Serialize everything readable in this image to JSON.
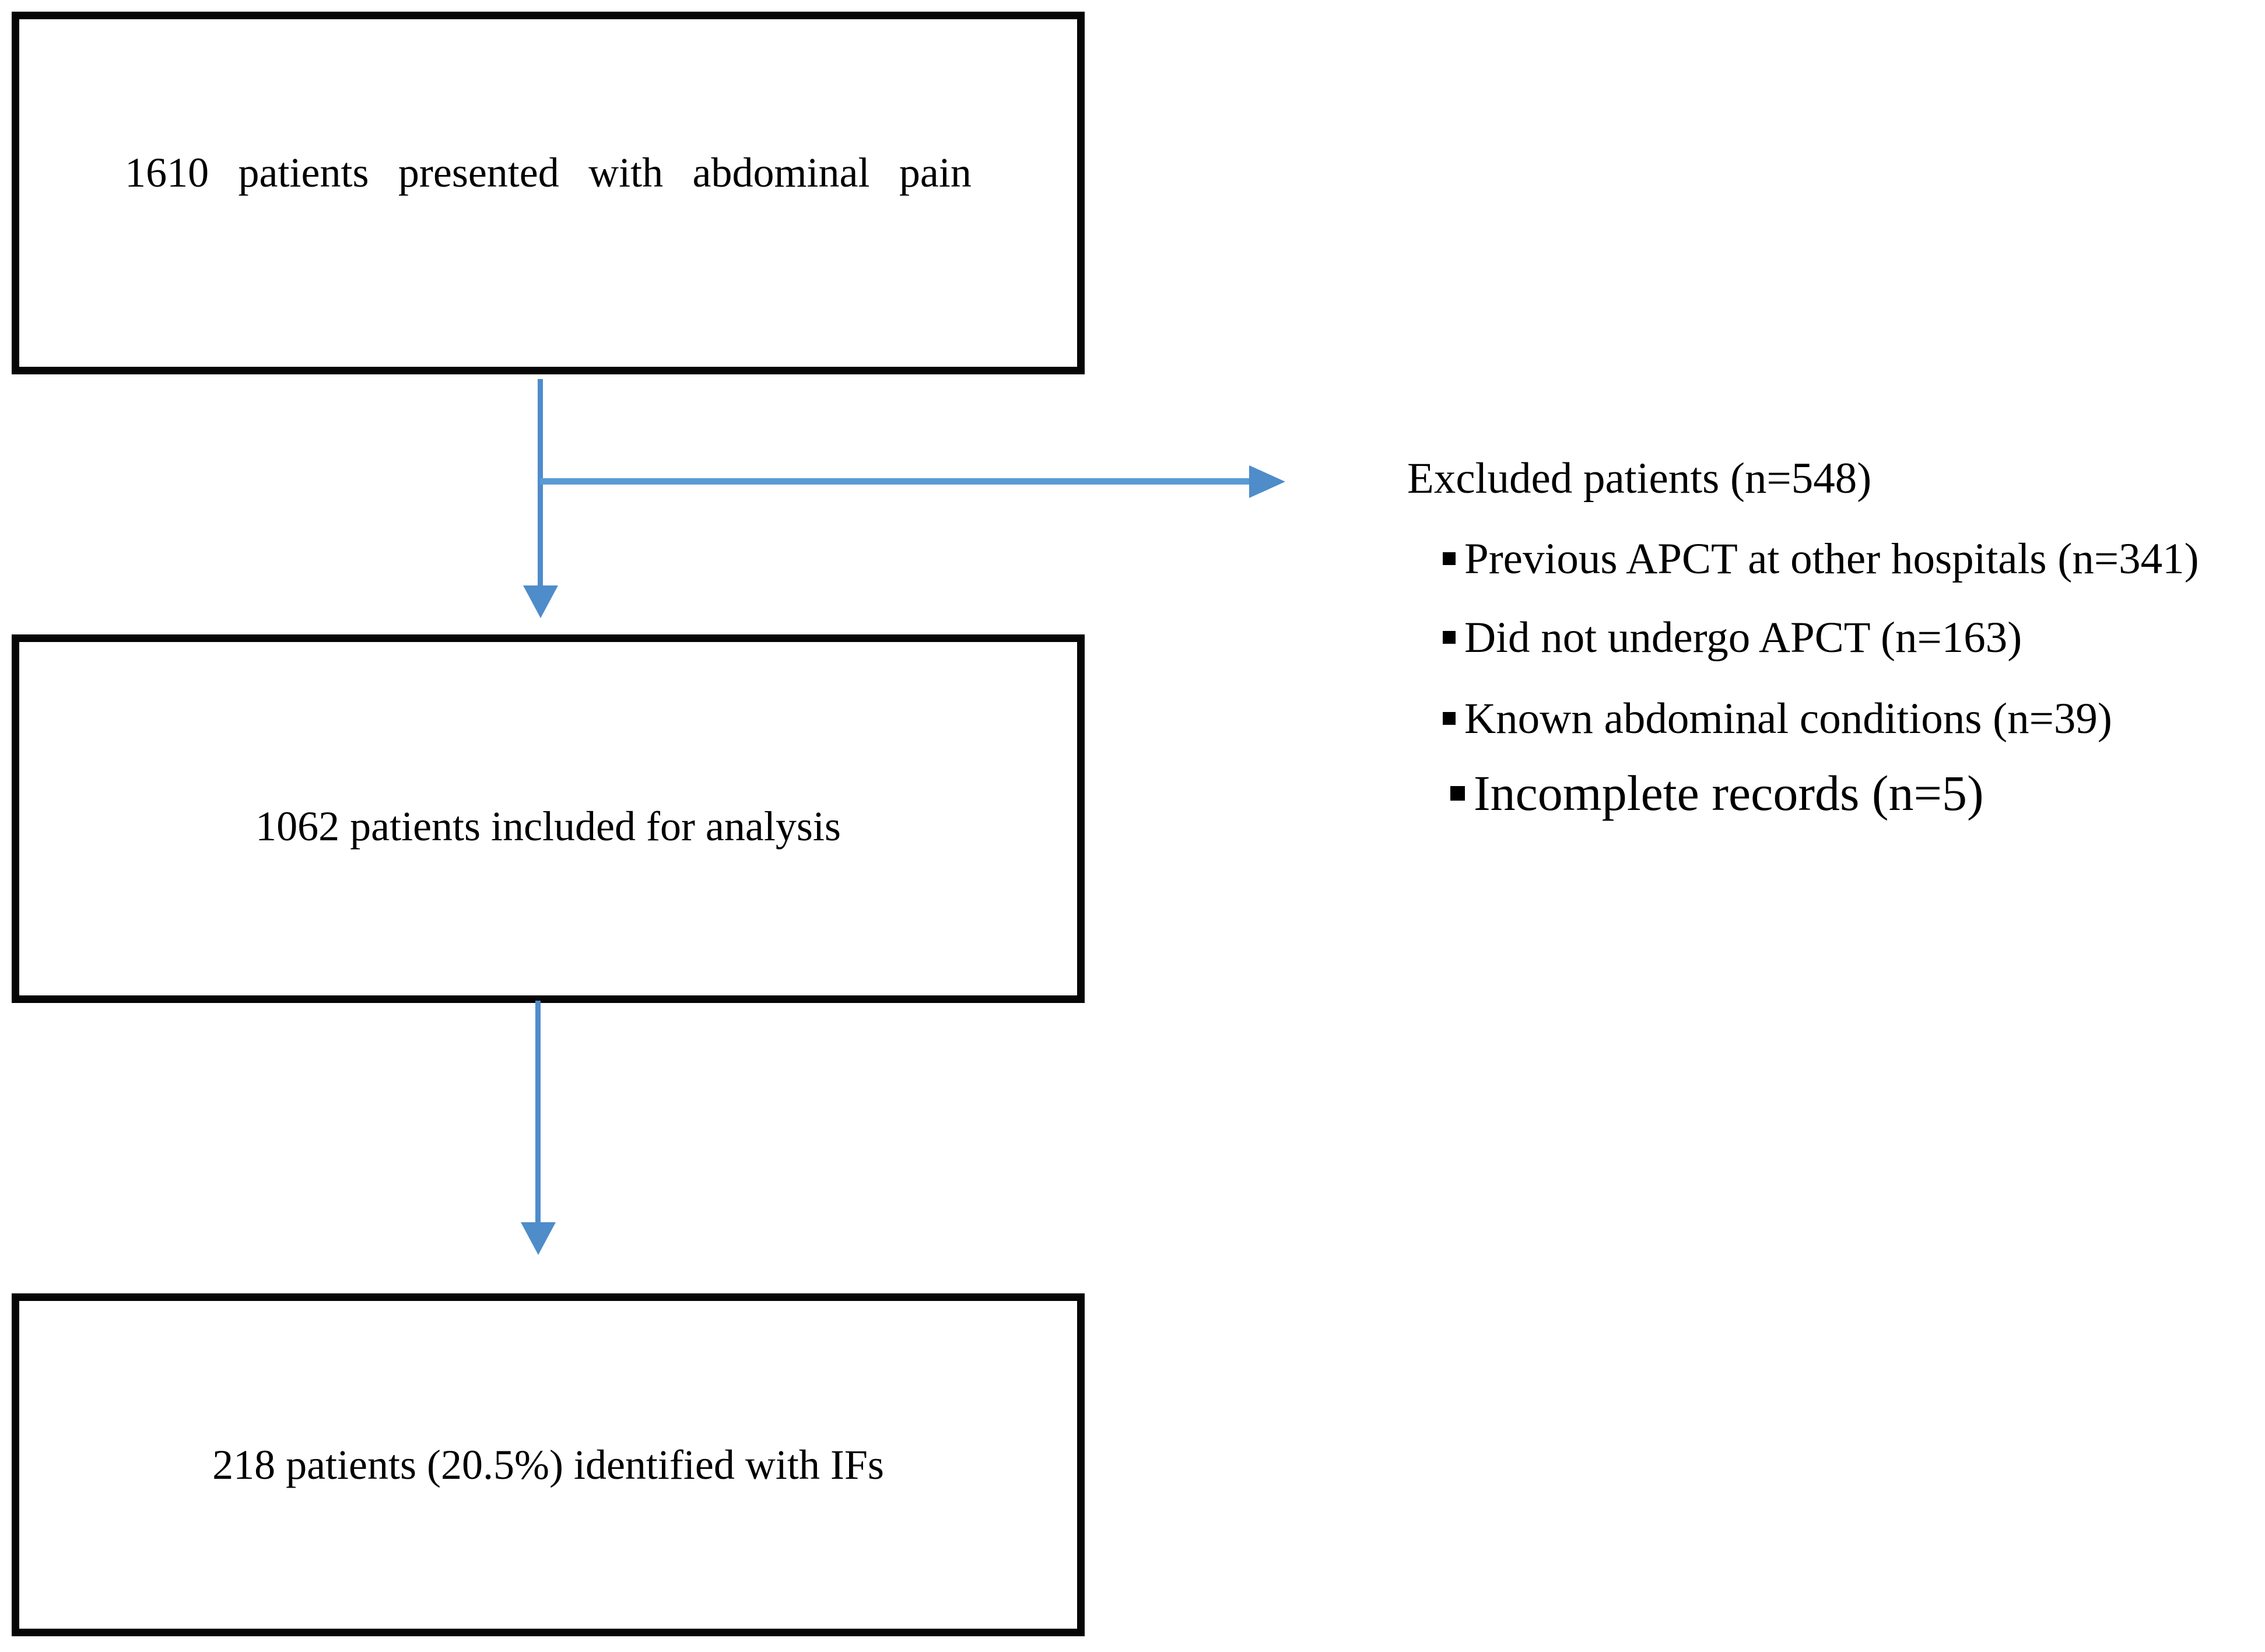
{
  "figure": {
    "type": "patient-flow-diagram",
    "boxes": [
      {
        "id": "presented",
        "label": "1610 patients presented with abdominal pain"
      },
      {
        "id": "included",
        "label": "1062 patients included for analysis"
      },
      {
        "id": "identified",
        "label": "218 patients (20.5%) identified with IFs"
      }
    ],
    "exclusion": {
      "title": "Excluded patients (n=548)",
      "bullet_glyph": "▪",
      "items": [
        "Previous APCT at other hospitals (n=341)",
        "Did not undergo APCT (n=163)",
        "Known abdominal conditions (n=39)",
        "Incomplete records (n=5)"
      ]
    },
    "colors": {
      "arrow_shaft": "#5B9BD5",
      "arrow_head": "#4F8CCA",
      "box_border": "#060606",
      "text": "#000000",
      "background": "#FFFFFF"
    }
  }
}
